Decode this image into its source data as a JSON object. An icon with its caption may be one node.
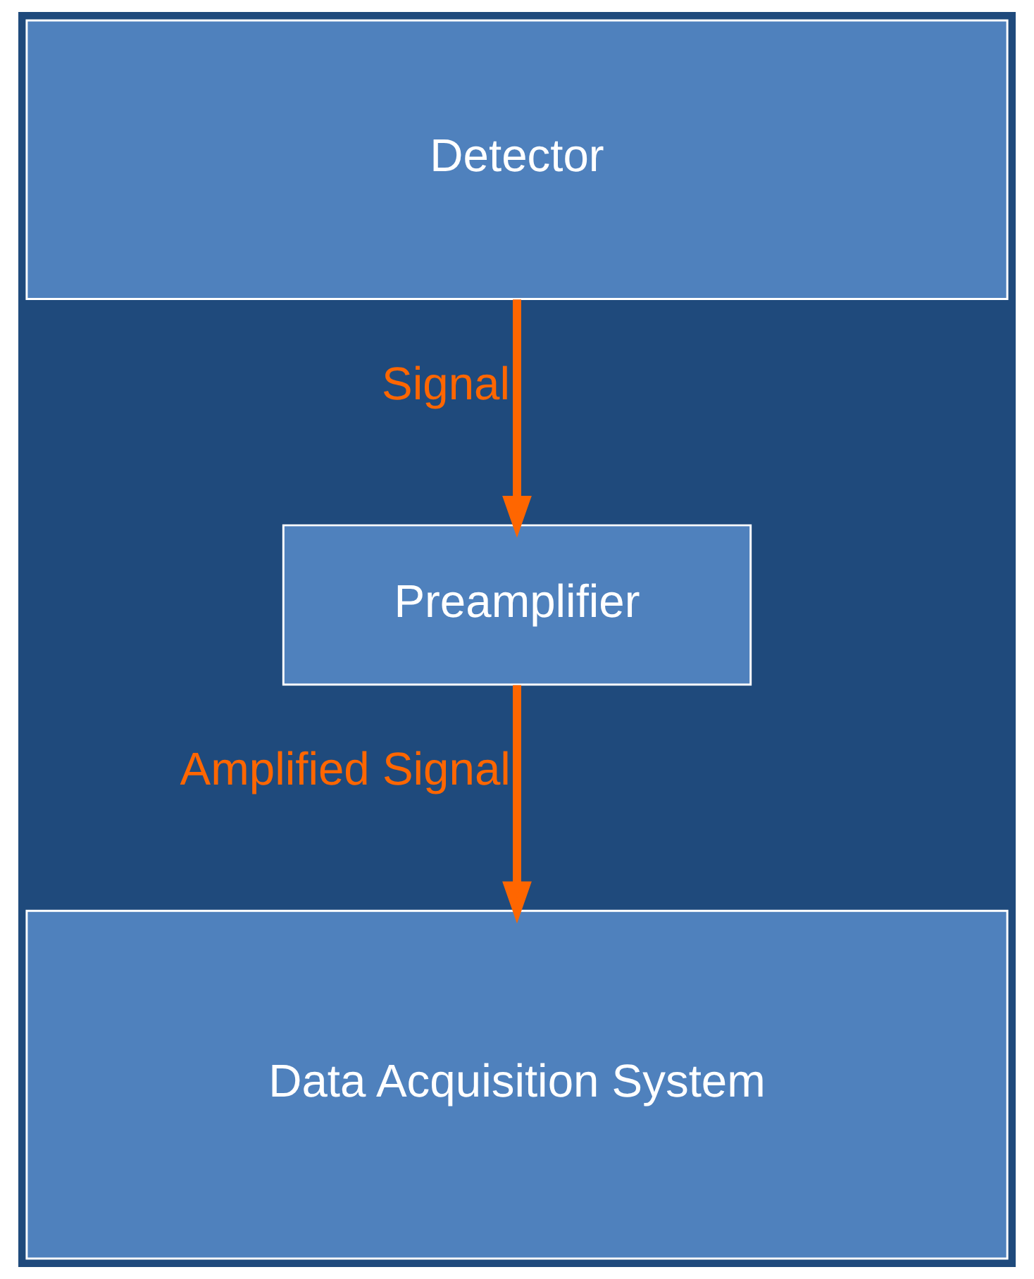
{
  "diagram": {
    "nodes": [
      {
        "text": [
          "Detector"
        ]
      },
      {
        "text": [
          "Preamplifier"
        ]
      },
      {
        "text": [
          "Data Acquisition System"
        ]
      }
    ],
    "edges": [
      {
        "from": 0,
        "to": 1,
        "arrow": "to",
        "label": "Signal"
      },
      {
        "from": 1,
        "to": 2,
        "arrow": "to",
        "label": "Amplified Signal"
      }
    ]
  }
}
